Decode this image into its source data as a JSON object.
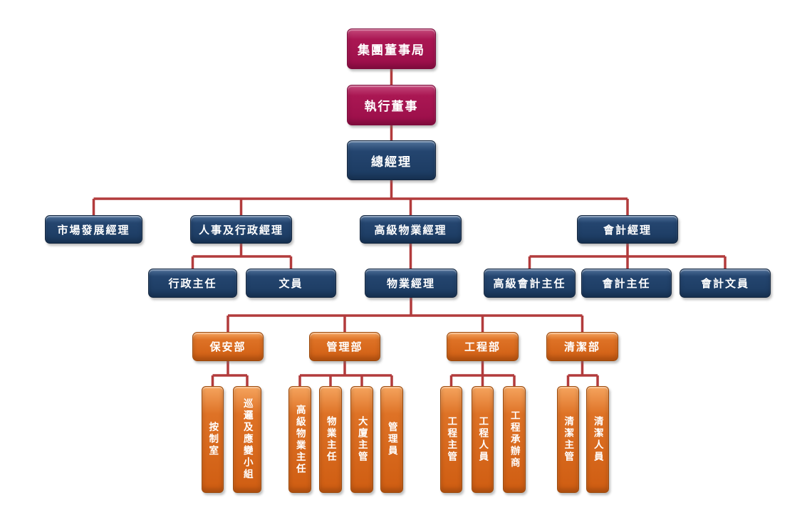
{
  "colors": {
    "executive_fill": "#A31550",
    "management_fill": "#1F3E66",
    "operations_fill": "#DC6E20",
    "connector_line": "#B23B3C",
    "node_text": "#FFFFFF",
    "background": "#FFFFFF"
  },
  "nodes": {
    "group_board": {
      "label": "集團董事局",
      "children": [
        "executive_director"
      ]
    },
    "executive_director": {
      "label": "執行董事",
      "children": [
        "general_manager"
      ]
    },
    "general_manager": {
      "label": "總經理",
      "children": [
        "market_development_manager",
        "hr_admin_manager",
        "senior_property_manager",
        "accounting_manager"
      ]
    },
    "market_development_manager": {
      "label": "市場發展經理",
      "children": []
    },
    "hr_admin_manager": {
      "label": "人事及行政經理",
      "children": [
        "admin_officer",
        "clerk"
      ]
    },
    "senior_property_manager": {
      "label": "高級物業經理",
      "children": [
        "property_manager"
      ]
    },
    "accounting_manager": {
      "label": "會計經理",
      "children": [
        "senior_accounting_officer",
        "accounting_officer",
        "accounting_clerk"
      ]
    },
    "admin_officer": {
      "label": "行政主任",
      "children": []
    },
    "clerk": {
      "label": "文員",
      "children": []
    },
    "property_manager": {
      "label": "物業經理",
      "children": [
        "security_dept",
        "management_dept",
        "engineering_dept",
        "cleaning_dept"
      ]
    },
    "senior_accounting_officer": {
      "label": "高級會計主任",
      "children": []
    },
    "accounting_officer": {
      "label": "會計主任",
      "children": []
    },
    "accounting_clerk": {
      "label": "會計文員",
      "children": []
    },
    "security_dept": {
      "label": "保安部",
      "children": [
        "control_room",
        "patrol_response_team"
      ]
    },
    "management_dept": {
      "label": "管理部",
      "children": [
        "senior_property_officer",
        "property_officer",
        "building_supervisor",
        "caretaker"
      ]
    },
    "engineering_dept": {
      "label": "工程部",
      "children": [
        "engineering_supervisor",
        "engineering_staff",
        "engineering_contractor"
      ]
    },
    "cleaning_dept": {
      "label": "清潔部",
      "children": [
        "cleaning_supervisor",
        "cleaning_staff"
      ]
    },
    "control_room": {
      "label": "按制室",
      "children": []
    },
    "patrol_response_team": {
      "label": "巡邏及應變小組",
      "children": []
    },
    "senior_property_officer": {
      "label": "高級物業主任",
      "children": []
    },
    "property_officer": {
      "label": "物業主任",
      "children": []
    },
    "building_supervisor": {
      "label": "大廈主管",
      "children": []
    },
    "caretaker": {
      "label": "管理員",
      "children": []
    },
    "engineering_supervisor": {
      "label": "工程主管",
      "children": []
    },
    "engineering_staff": {
      "label": "工程人員",
      "children": []
    },
    "engineering_contractor": {
      "label": "工程承辦商",
      "children": []
    },
    "cleaning_supervisor": {
      "label": "清潔主管",
      "children": []
    },
    "cleaning_staff": {
      "label": "清潔人員",
      "children": []
    }
  }
}
